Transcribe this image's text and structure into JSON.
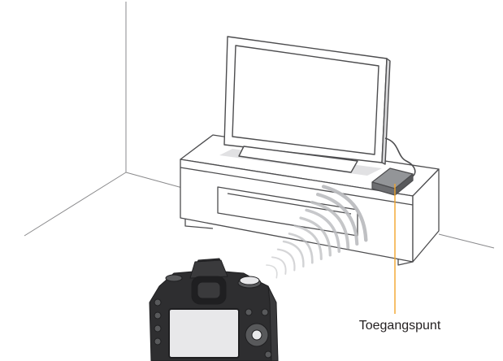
{
  "callout": {
    "label": "Toegangspunt",
    "line_color": "#f2a52b"
  },
  "palette": {
    "outline": "#4d4d4f",
    "room_line": "#8a8a8c",
    "tv_shadow": "#e1e1e3",
    "screen": "#ffffff",
    "router_fill": "#6d6e71",
    "router_top": "#939598",
    "wave_color": "#bcbdc0",
    "camera_body": "#2e2e30",
    "camera_light": "#e8e8ea"
  },
  "illustration": {
    "devices": [
      "television",
      "tv-stand",
      "access-point-router",
      "camera"
    ],
    "wifi_arcs": 11
  }
}
